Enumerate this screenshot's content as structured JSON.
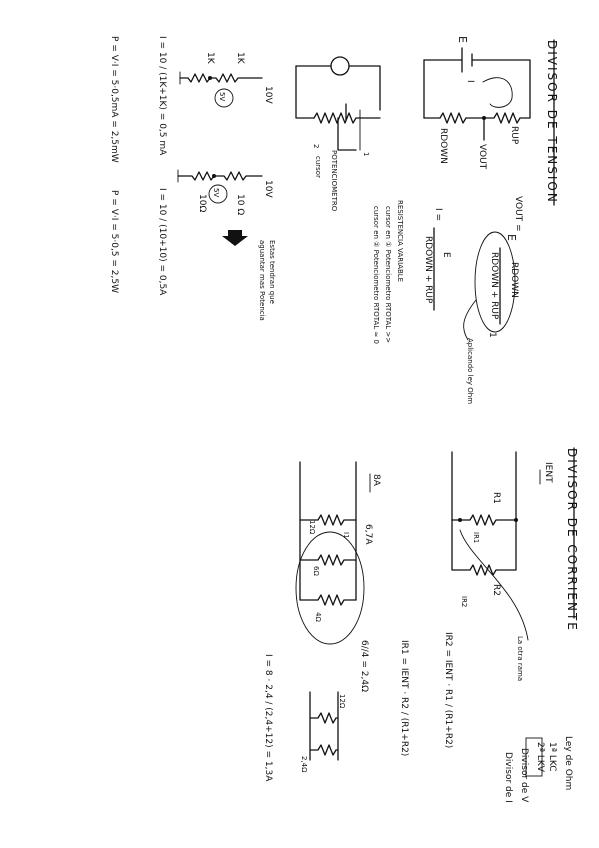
{
  "voltage_divider": {
    "title": "DIVISOR DE TENSION",
    "label_e": "E",
    "label_current": "I",
    "label_rup": "RUP",
    "label_rdown": "RDOWN",
    "label_vout": "VOUT",
    "formula_vout_lhs": "VOUT =",
    "formula_vout_e": "E",
    "formula_vout_num": "RDOWN",
    "formula_vout_den": "RDOWN + RUP",
    "formula_vout_paren": "1",
    "formula_i_lhs": "I =",
    "formula_i_num": "E",
    "formula_i_den": "RDOWN + RUP",
    "note_ohm": "Aplicando ley Ohm",
    "variable_title": "RESISTENCIA VARIABLE",
    "variable_line1": "cursor en ① Potenciometro RTOTAL >>",
    "variable_line2": "cursor en ② Potenciometro RTOTAL ≈ 0",
    "pot_label": "POTENCIOMETRO",
    "pot_cursor": "cursor",
    "pot_mark1": "1",
    "pot_mark2": "2",
    "ex1_v": "10V",
    "ex1_r1": "1K",
    "ex1_r2": "1K",
    "ex1_out": "5V",
    "ex1_i": "I = 10 / (1K+1K) = 0,5 mA",
    "ex1_p": "P = V·I = 5·0,5mA = 2,5mW",
    "ex2_v": "10V",
    "ex2_r1": "10 Ω",
    "ex2_r2": "10Ω",
    "ex2_out": "5V",
    "ex2_i": "I = 10 / (10+10) = 0,5A",
    "ex2_p": "P = V·I = 5·0,5 = 2,5W",
    "ex2_note1": "Estas tendran que",
    "ex2_note2": "aguantar mas Potencia"
  },
  "current_divider": {
    "title": "DIVISOR DE CORRIENTE",
    "label_ient": "IENT",
    "label_r1": "R1",
    "label_r2": "R2",
    "label_ir1": "IR1",
    "label_ir2": "IR2",
    "note_other": "La otra rama",
    "formula_ir2": "IR2 = IENT · R1 / (R1+R2)",
    "formula_ir1": "IR1 = IENT · R2 / (R1+R2)",
    "ex_current_in": "8A",
    "ex_current_branch": "6,7A",
    "ex_r_12": "12Ω",
    "ex_r_6": "6Ω",
    "ex_r_4": "4Ω",
    "ex_current_i1": "I1",
    "ex_parallel": "6//4 = 2,4Ω",
    "ex_eq_r_12": "12Ω",
    "ex_eq_r_24": "2,4Ω",
    "ex_result": "I = 8 · 2,4 / (2,4+12) = 1,3A"
  },
  "summary": {
    "line1": "Ley de Ohm",
    "line2": "1ª LKC",
    "line3": "2ª LKV",
    "line4": "Divisor de V",
    "line5": "Divisor de I"
  }
}
